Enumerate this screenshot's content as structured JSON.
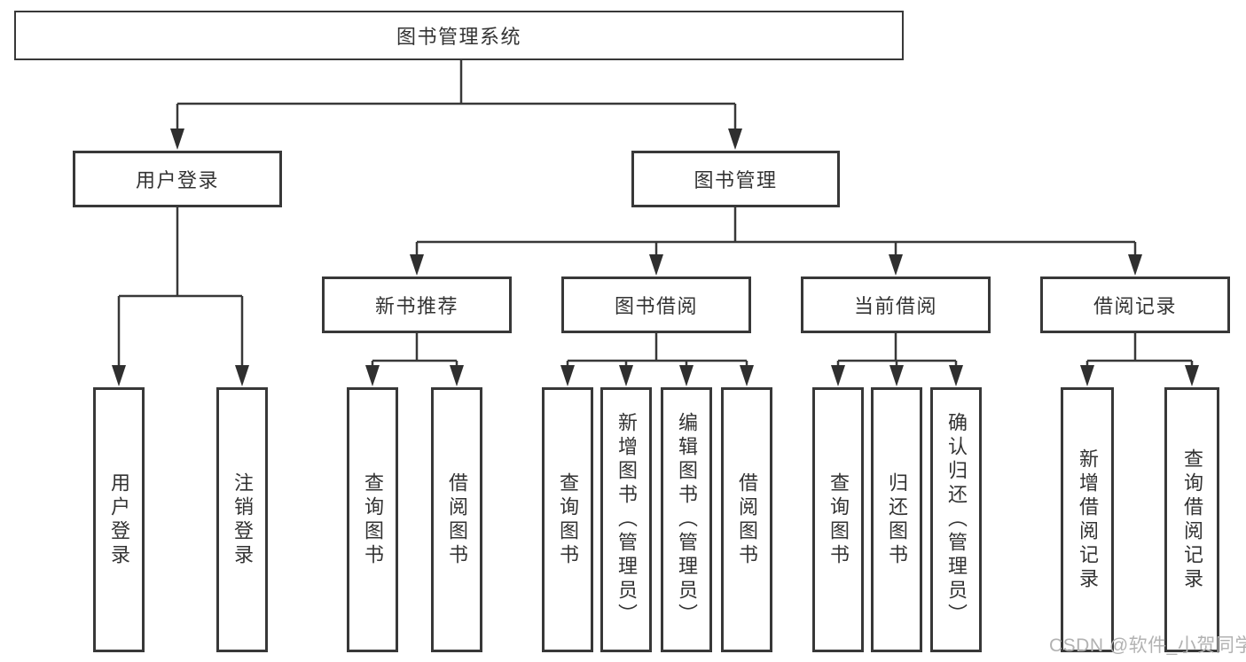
{
  "tree": {
    "label": "图书管理系统",
    "children": [
      {
        "label": "用户登录",
        "children": [
          {
            "label": "用户登录"
          },
          {
            "label": "注销登录"
          }
        ]
      },
      {
        "label": "图书管理",
        "children": [
          {
            "label": "新书推荐",
            "children": [
              {
                "label": "查询图书"
              },
              {
                "label": "借阅图书"
              }
            ]
          },
          {
            "label": "图书借阅",
            "children": [
              {
                "label": "查询图书"
              },
              {
                "label": "新增图书（管理员）"
              },
              {
                "label": "编辑图书（管理员）"
              },
              {
                "label": "借阅图书"
              }
            ]
          },
          {
            "label": "当前借阅",
            "children": [
              {
                "label": "查询图书"
              },
              {
                "label": "归还图书"
              },
              {
                "label": "确认归还（管理员）"
              }
            ]
          },
          {
            "label": "借阅记录",
            "children": [
              {
                "label": "新增借阅记录"
              },
              {
                "label": "查询借阅记录"
              }
            ]
          }
        ]
      }
    ]
  },
  "watermark": "CSDN @软件_小贺同学",
  "colors": {
    "line": "#383838",
    "box_border": "#383838",
    "text": "#333333",
    "watermark": "#b2b2b2",
    "background": "#ffffff"
  }
}
